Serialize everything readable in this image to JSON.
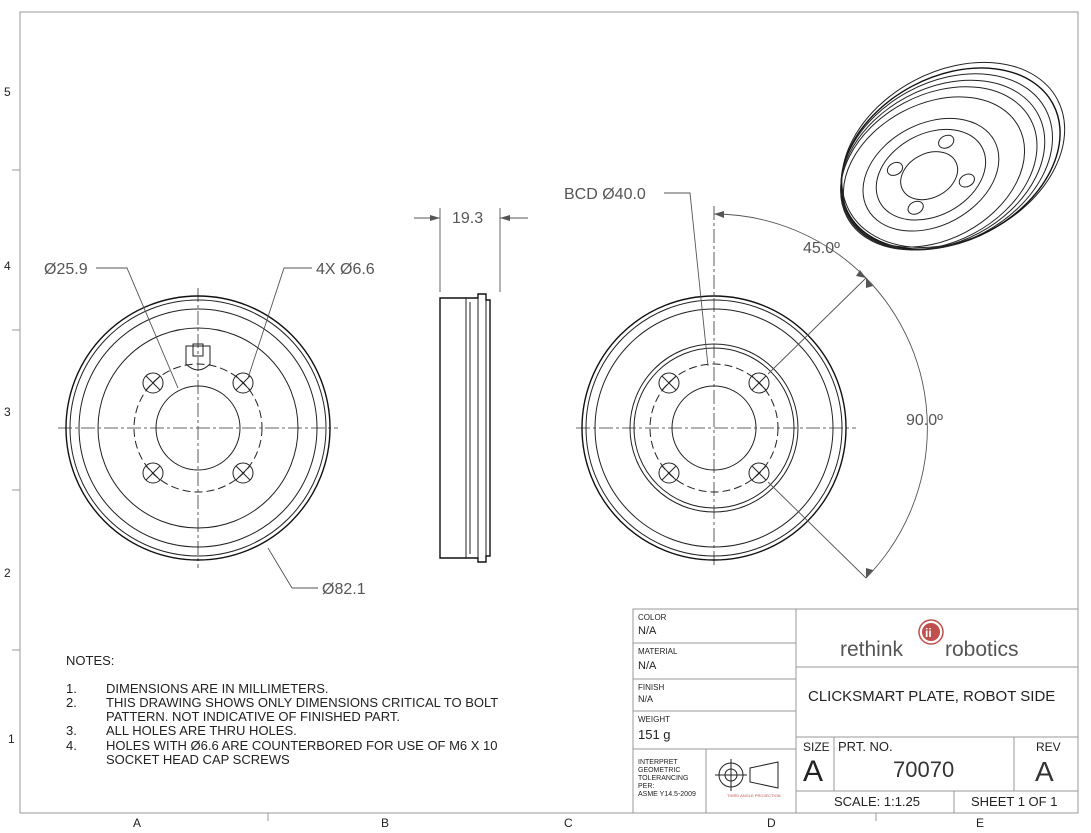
{
  "zones": {
    "rows": [
      "5",
      "4",
      "3",
      "2",
      "1"
    ],
    "cols": [
      "A",
      "B",
      "C",
      "D",
      "E"
    ]
  },
  "dimensions": {
    "hub_diameter": "Ø25.9",
    "holes": "4X Ø6.6",
    "thickness": "19.3",
    "outer_diameter": "Ø82.1",
    "bcd": "BCD Ø40.0",
    "angle_45": "45.0º",
    "angle_90": "90.0º"
  },
  "notes": {
    "heading": "NOTES:",
    "items": [
      {
        "num": "1.",
        "lines": [
          "DIMENSIONS ARE IN MILLIMETERS."
        ]
      },
      {
        "num": "2.",
        "lines": [
          "THIS DRAWING SHOWS ONLY DIMENSIONS CRITICAL TO BOLT",
          "PATTERN. NOT INDICATIVE OF FINISHED PART."
        ]
      },
      {
        "num": "3.",
        "lines": [
          "ALL HOLES ARE THRU HOLES."
        ]
      },
      {
        "num": "4.",
        "lines": [
          "HOLES WITH Ø6.6 ARE COUNTERBORED FOR USE OF M6 X 10",
          "SOCKET HEAD CAP SCREWS"
        ]
      }
    ]
  },
  "title_block": {
    "color_label": "COLOR",
    "color_value": "N/A",
    "material_label": "MATERIAL",
    "material_value": "N/A",
    "finish_label": "FINISH",
    "finish_value": "N/A",
    "weight_label": "WEIGHT",
    "weight_value": "151 g",
    "interpret_lines": [
      "INTERPRET",
      "GEOMETRIC",
      "TOLERANCING",
      "PER:",
      "ASME Y14.5-2009"
    ],
    "projection_label": "THIRD ANGLE PROJECTION",
    "logo_left": "rethink",
    "logo_right": "robotics",
    "logo_glyph": "ii",
    "title": "CLICKSMART PLATE, ROBOT SIDE",
    "size_label": "SIZE",
    "size_value": "A",
    "part_label": "PRT. NO.",
    "part_value": "70070",
    "rev_label": "REV",
    "rev_value": "A",
    "scale": "SCALE: 1:1.25",
    "sheet": "SHEET 1 OF 1",
    "accent_color": "#c0504d"
  }
}
